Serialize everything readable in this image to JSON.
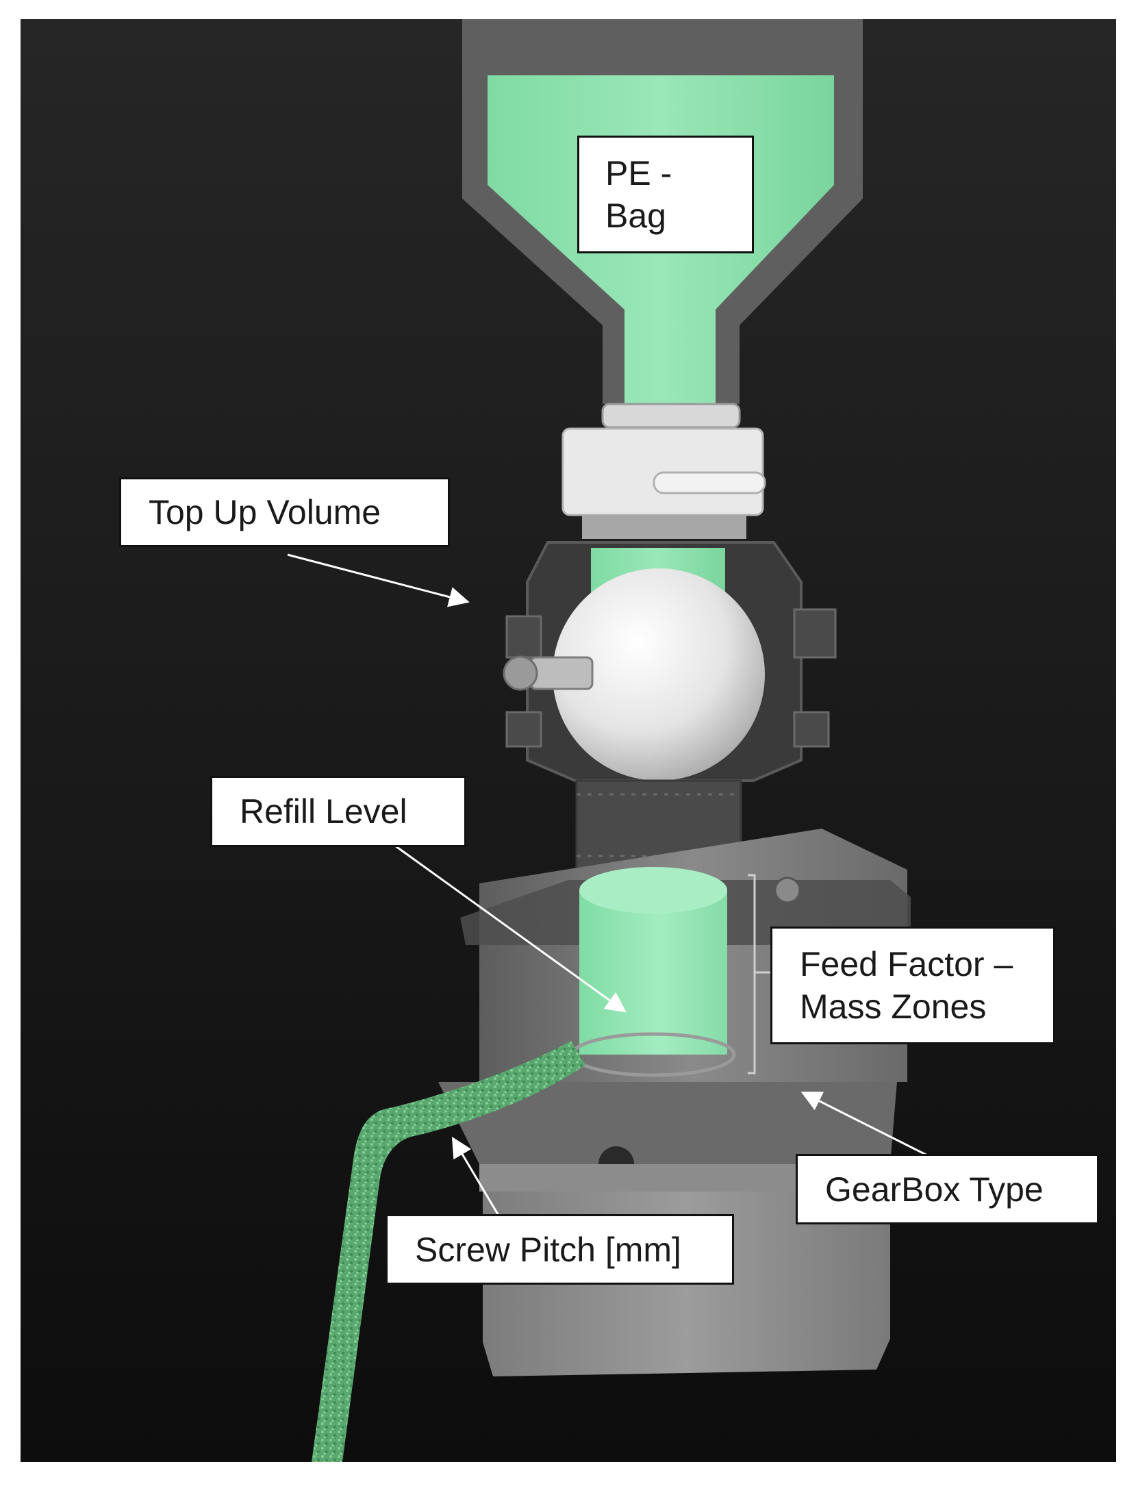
{
  "labels": {
    "pe_bag": {
      "line1": "PE -",
      "line2": "Bag"
    },
    "top_up_volume": "Top Up  Volume",
    "refill_level": "Refill Level",
    "feed_factor": {
      "line1": "Feed Factor –",
      "line2": "Mass Zones"
    },
    "gearbox_type": "GearBox Type",
    "screw_pitch": "Screw Pitch [mm]"
  },
  "colors": {
    "background": "#151515",
    "powder_green": "#86e0a8",
    "equipment_grey": "#7a7a7a",
    "label_background": "#ffffff",
    "label_text": "#1a1a1a"
  }
}
